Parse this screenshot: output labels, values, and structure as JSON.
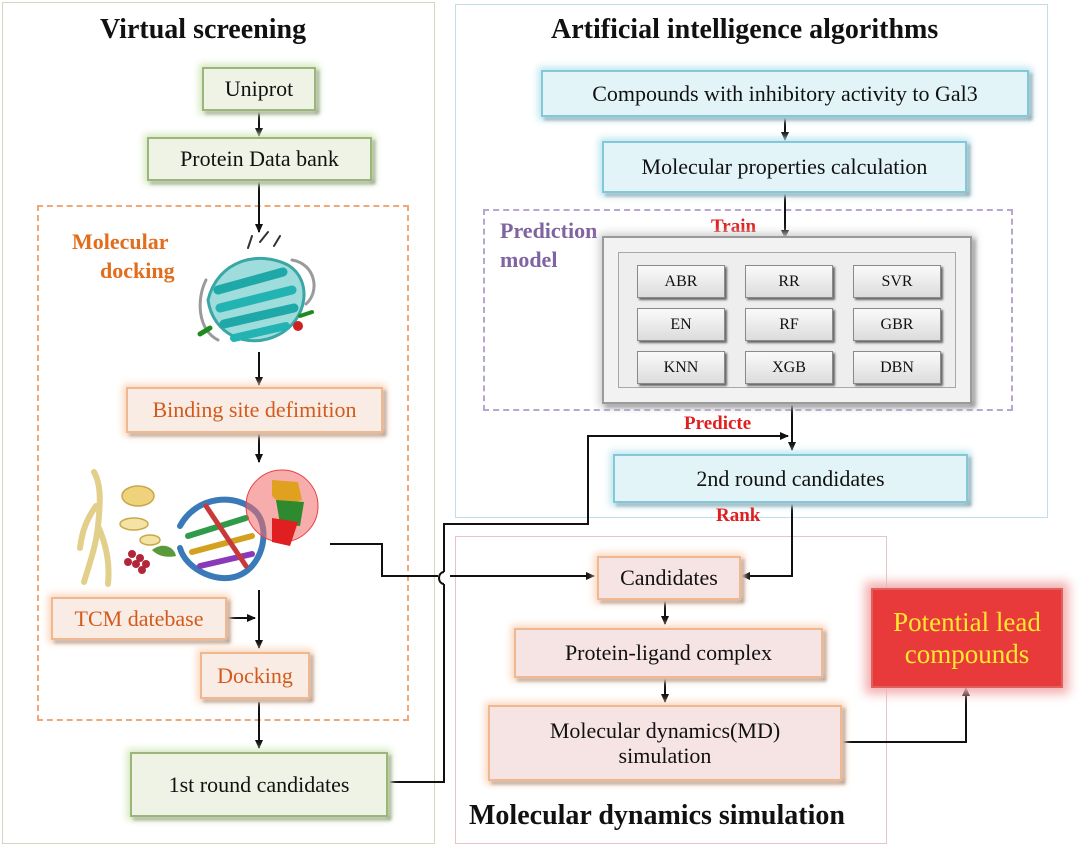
{
  "panels": {
    "virtual_screening": "Virtual screening",
    "ai_algorithms": "Artificial intelligence algorithms",
    "md_simulation": "Molecular dynamics simulation"
  },
  "docking_label": {
    "line1": "Molecular",
    "line2": "docking"
  },
  "prediction_label": {
    "line1": "Prediction",
    "line2": "model"
  },
  "nodes": {
    "uniprot": "Uniprot",
    "pdb": "Protein Data bank",
    "binding_site": "Binding site defimition",
    "tcm": "TCM datebase",
    "docking": "Docking",
    "first_round": "1st round candidates",
    "compounds": "Compounds with inhibitory activity to Gal3",
    "mol_props": "Molecular properties calculation",
    "second_round": "2nd round candidates",
    "candidates": "Candidates",
    "complex": "Protein-ligand complex",
    "md_line1": "Molecular dynamics(MD)",
    "md_line2": "simulation",
    "lead_line1": "Potential lead",
    "lead_line2": "compounds"
  },
  "algorithms": [
    "ABR",
    "RR",
    "SVR",
    "EN",
    "RF",
    "GBR",
    "KNN",
    "XGB",
    "DBN"
  ],
  "edge_labels": {
    "train": "Train",
    "predicte": "Predicte",
    "rank": "Rank"
  },
  "colors": {
    "green_box": "#eef3e6",
    "blue_box": "#e3f4f8",
    "orange_text": "#d45a1c",
    "lead_fill": "#e83a3a",
    "lead_text": "#ffe830",
    "label_red": "#e02020"
  }
}
